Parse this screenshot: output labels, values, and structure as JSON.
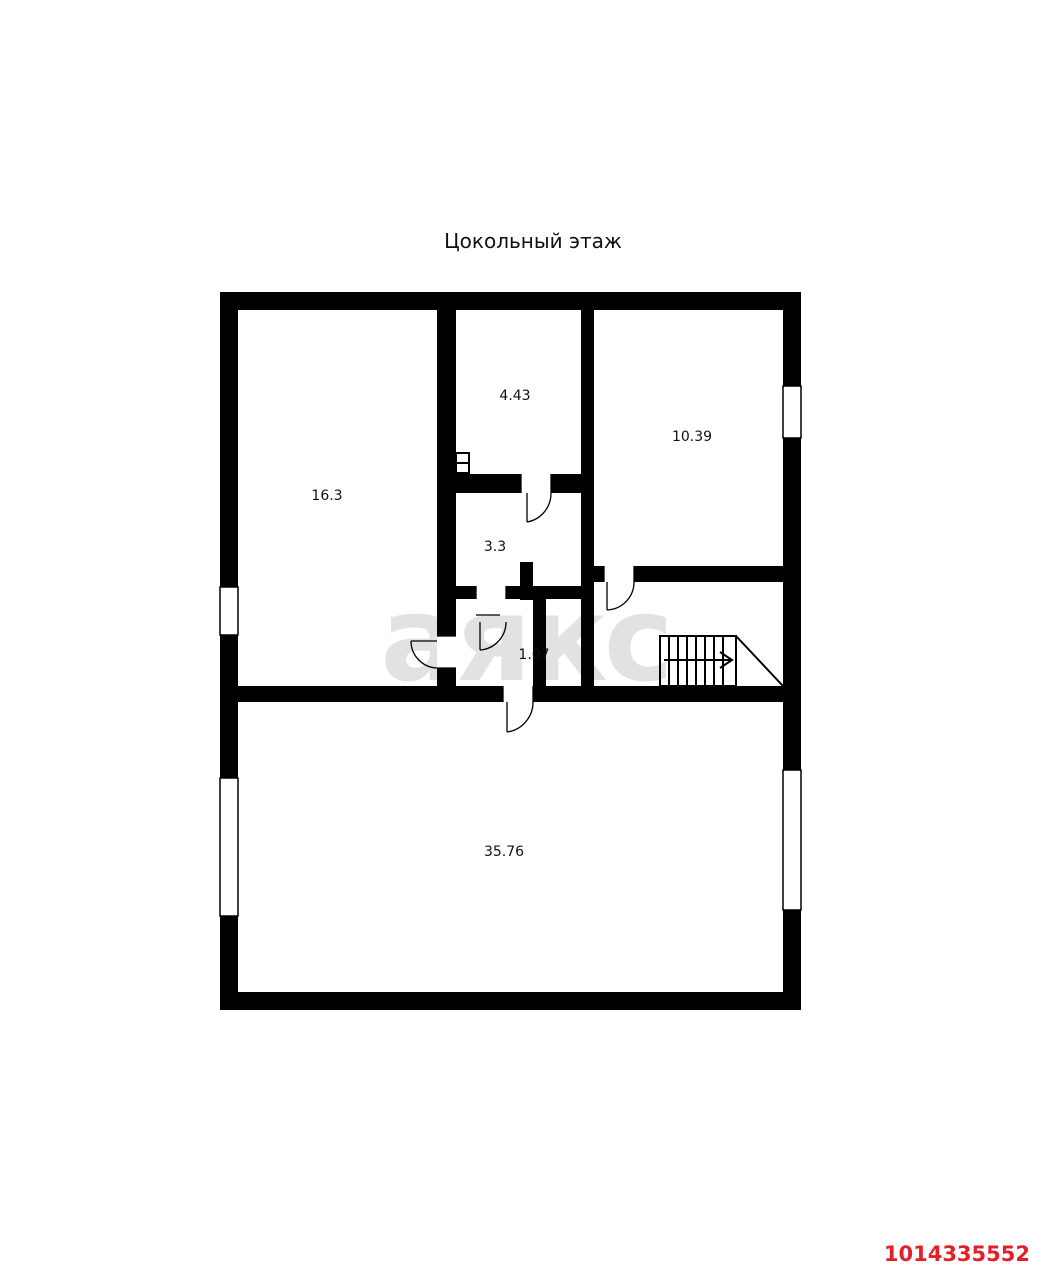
{
  "floor_title": "Цокольный этаж",
  "watermark": "аякс",
  "listing_id": "1014335552",
  "colors": {
    "wall": "#000000",
    "background": "#ffffff",
    "listing_id": "#e32027",
    "watermark": "#d9d9d9"
  },
  "rooms": [
    {
      "id": "room-left",
      "area": "16.3"
    },
    {
      "id": "room-top-middle",
      "area": "4.43"
    },
    {
      "id": "room-top-right",
      "area": "10.39"
    },
    {
      "id": "room-small",
      "area": "3.3"
    },
    {
      "id": "room-hall",
      "area": "1.07"
    },
    {
      "id": "room-bottom",
      "area": "35.76"
    }
  ],
  "icons": [
    "door-icon",
    "window-icon",
    "stairs-icon",
    "ventilation-icon"
  ]
}
